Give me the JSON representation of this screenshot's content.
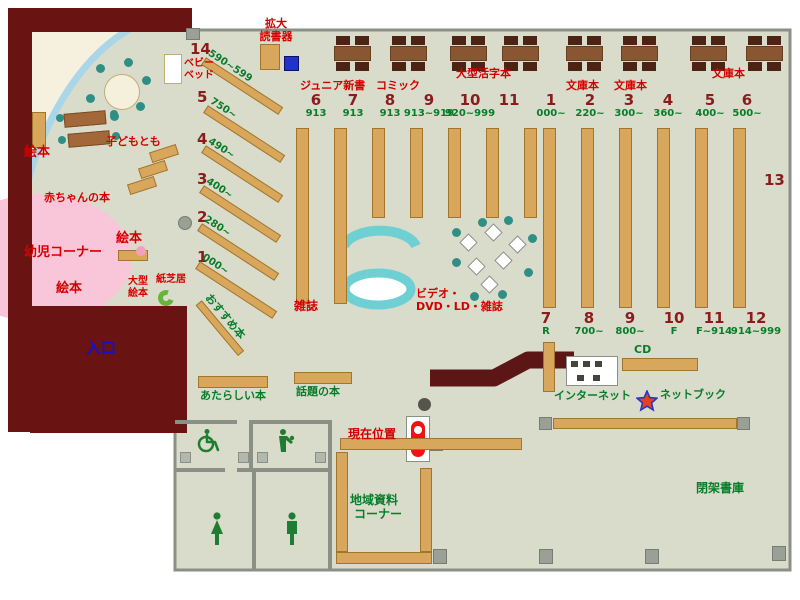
{
  "children_area": {
    "ehon_1": "絵本",
    "ehon_2": "絵本",
    "ehon_3": "絵本",
    "youji_corner": "幼児コーナー",
    "akachan_books": "赤ちゃんの本",
    "kodomotomo": "子どもとも",
    "baby_bed": [
      "ベビー",
      "ベッド"
    ],
    "oogata_ehon": [
      "大型",
      "絵本"
    ],
    "kamishibai": "紙芝居",
    "osusume_bon": "おすすめ本"
  },
  "diag_shelves": [
    {
      "num": "14",
      "range": "590~599"
    },
    {
      "num": "5",
      "range": "750~"
    },
    {
      "num": "4",
      "range": "490~"
    },
    {
      "num": "3",
      "range": "400~"
    },
    {
      "num": "2",
      "range": "280~"
    },
    {
      "num": "1",
      "range": "000~"
    }
  ],
  "top_area": {
    "kakudai_dokushoki": [
      "拡大",
      "読書器"
    ],
    "junior_shinsho": "ジュニア新書",
    "comic": "コミック",
    "oogata_katsuji_bon": "大型活字本",
    "bunko_1": "文庫本",
    "bunko_2": "文庫本",
    "bunko_3": "文庫本"
  },
  "stacks_top": [
    {
      "num": "6",
      "range": "913"
    },
    {
      "num": "7",
      "range": "913"
    },
    {
      "num": "8",
      "range": "913"
    },
    {
      "num": "9",
      "range": "913~919"
    },
    {
      "num": "10",
      "range": "920~999"
    },
    {
      "num": "11",
      "range": ""
    },
    {
      "num": "1",
      "range": "000~"
    },
    {
      "num": "2",
      "range": "220~"
    },
    {
      "num": "3",
      "range": "300~"
    },
    {
      "num": "4",
      "range": "360~"
    },
    {
      "num": "5",
      "range": "400~"
    },
    {
      "num": "6",
      "range": "500~"
    }
  ],
  "stacks_bottom": [
    {
      "num": "7",
      "range": "R"
    },
    {
      "num": "8",
      "range": "700~"
    },
    {
      "num": "9",
      "range": "800~"
    },
    {
      "num": "10",
      "range": "F"
    },
    {
      "num": "11",
      "range": "F~914"
    },
    {
      "num": "12",
      "range": "914~999"
    }
  ],
  "labels": {
    "shelf_13": "13",
    "zasshi": "雑誌",
    "video": [
      "ビデオ・",
      "DVD・LD・雑誌"
    ],
    "entrance": "入口",
    "atarashii_hon": "あたらしい本",
    "wadai_no_hon": "話題の本",
    "genzai_ichi": "現在位置",
    "chiiki_shiryo": [
      "地域資料",
      "コーナー"
    ],
    "internet": "インターネット",
    "cd": "CD",
    "netbook": "ネットブック",
    "heika_shoko": "閉架書庫"
  },
  "colors": {
    "wall": "#6a1313",
    "floor": "#d9dcca",
    "shelf": "#d9a75c",
    "label_red": "#d40000",
    "label_green": "#077d2a",
    "accent_blue": "#2233cc"
  }
}
